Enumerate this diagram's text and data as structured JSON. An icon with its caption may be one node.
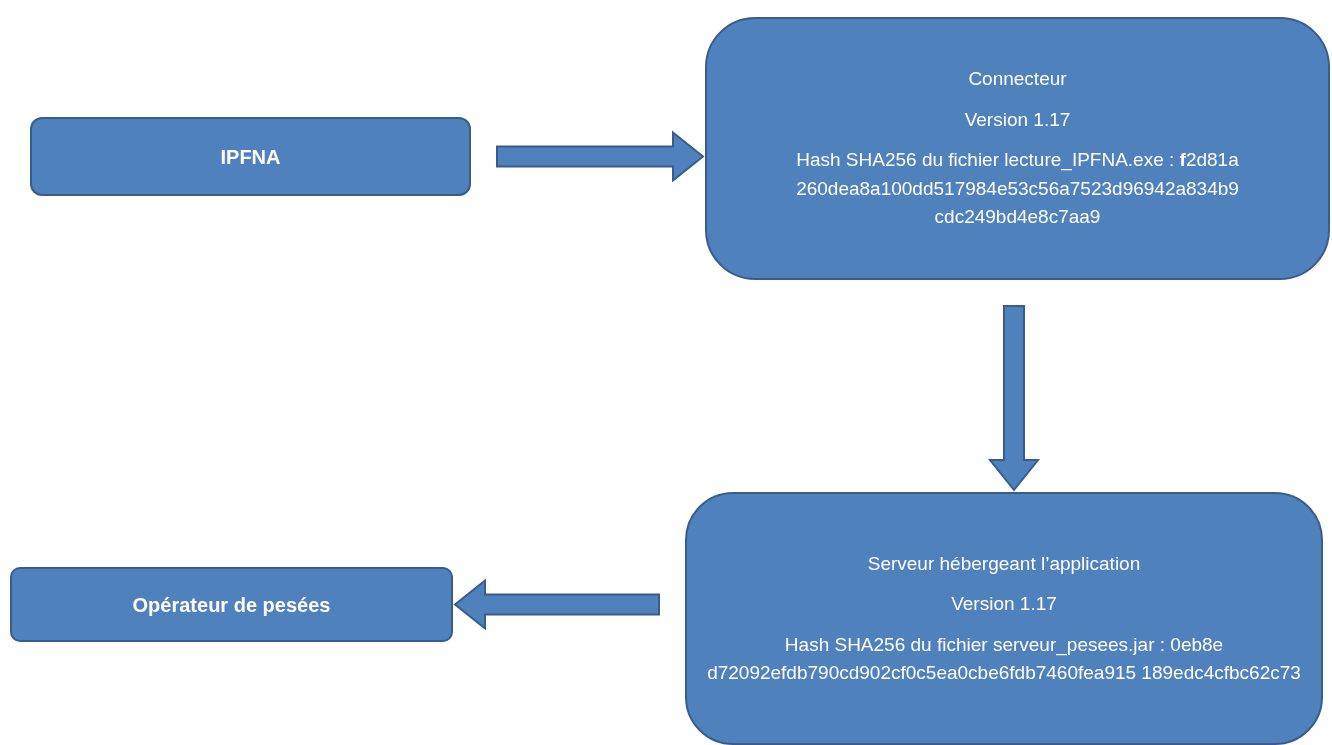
{
  "diagram": {
    "nodes": [
      {
        "text": [
          "IPFNA"
        ]
      },
      {
        "text": [
          "Connecteur",
          "Version 1.17",
          "Hash SHA256 du  fichier lecture_IPFNA.exe : **f**2d81a 260dea8a100dd517984e53c56a7523d96942a834b9 cdc249bd4e8c7aa9"
        ]
      },
      {
        "text": [
          "Serveur hébergeant l’application",
          "Version 1.17",
          "Hash SHA256 du fichier serveur_pesees.jar : 0eb8e d72092efdb790cd902cf0c5ea0cbe6fdb7460fea915 189edc4cfbc62c73"
        ]
      },
      {
        "text": [
          "Opérateur de pesées"
        ]
      }
    ],
    "edges": [
      {
        "from": 0,
        "to": 1,
        "arrow": "to",
        "style": "thick"
      },
      {
        "from": 1,
        "to": 2,
        "arrow": "to",
        "style": "thick"
      },
      {
        "from": 2,
        "to": 3,
        "arrow": "to",
        "style": "thick"
      }
    ]
  }
}
